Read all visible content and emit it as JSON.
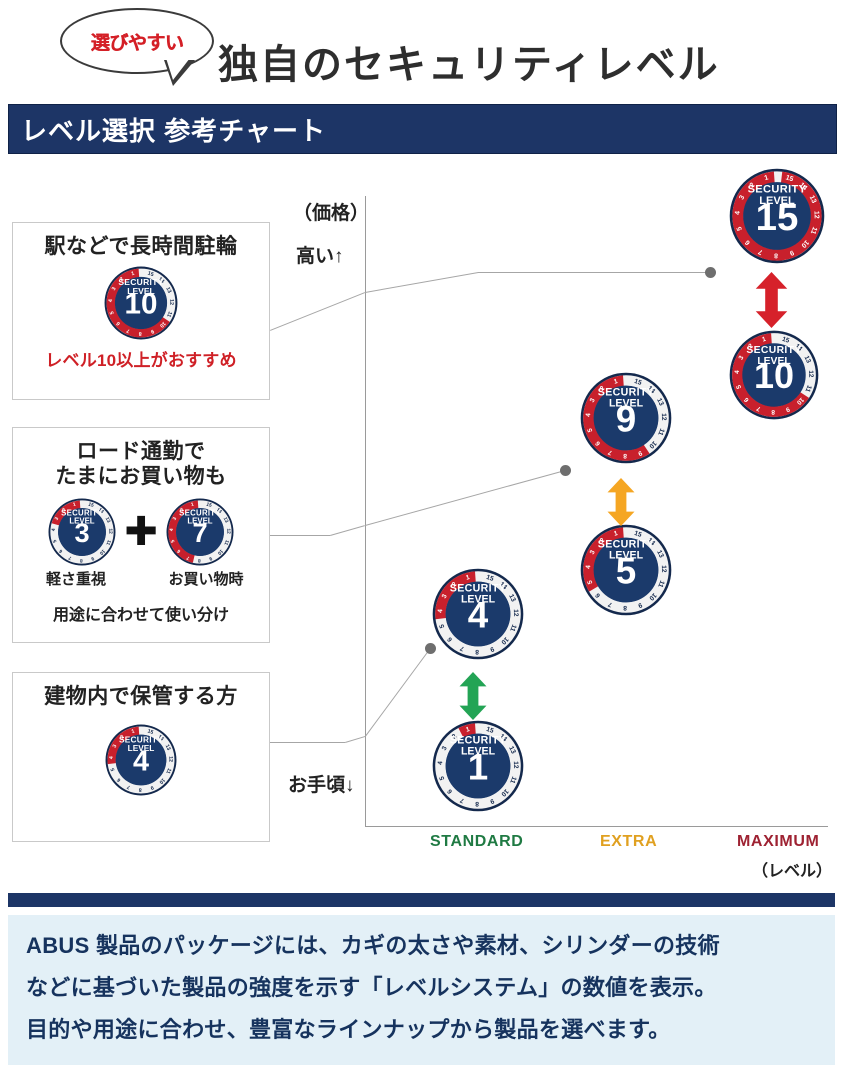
{
  "header": {
    "bubble_text": "選びやすい",
    "title": "独自のセキュリティレベル",
    "section_title": "レベル選択 参考チャート"
  },
  "colors": {
    "navy": "#1d3566",
    "red": "#cf2026",
    "badge_blue": "#1b3a6b",
    "standard_green": "#1f7a43",
    "extra_orange": "#e0a020",
    "maximum_dark_red": "#9e2232",
    "footer_bg": "#e3f0f7",
    "footer_text": "#16335e"
  },
  "boxes": [
    {
      "title": "駅などで長時間駐輪",
      "badges": [
        {
          "level": 10
        }
      ],
      "note_red": "レベル10以上がおすすめ",
      "note": "",
      "captions": []
    },
    {
      "title": "ロード通勤で\nたまにお買い物も",
      "badges": [
        {
          "level": 3
        },
        {
          "level": 7
        }
      ],
      "plus": "✚",
      "captions": [
        "軽さ重視",
        "お買い物時"
      ],
      "note": "用途に合わせて使い分け",
      "note_red": ""
    },
    {
      "title": "建物内で保管する方",
      "badges": [
        {
          "level": 4
        }
      ],
      "note": "",
      "note_red": "",
      "captions": []
    }
  ],
  "chart_data": {
    "type": "scatter",
    "title": "レベル選択 参考チャート",
    "xlabel": "（レベル）",
    "ylabel": "（価格）",
    "y_axis_high_label": "高い↑",
    "y_axis_low_label": "お手頃↓",
    "categories": [
      "STANDARD",
      "EXTRA",
      "MAXIMUM"
    ],
    "category_colors": [
      "#1f7a43",
      "#e0a020",
      "#9e2232"
    ],
    "series": [
      {
        "name": "STANDARD",
        "arrow_color": "#23a455",
        "points": [
          {
            "level": 4,
            "price_rank": "upper"
          },
          {
            "level": 1,
            "price_rank": "lower"
          }
        ]
      },
      {
        "name": "EXTRA",
        "arrow_color": "#f5a623",
        "points": [
          {
            "level": 9,
            "price_rank": "upper"
          },
          {
            "level": 5,
            "price_rank": "lower"
          }
        ]
      },
      {
        "name": "MAXIMUM",
        "arrow_color": "#d6212a",
        "points": [
          {
            "level": 15,
            "price_rank": "upper"
          },
          {
            "level": 10,
            "price_rank": "lower"
          }
        ]
      }
    ],
    "connectors": [
      {
        "from_box": 0,
        "to_point_level": 15
      },
      {
        "from_box": 1,
        "to_point_level": 9
      },
      {
        "from_box": 2,
        "to_point_level": 4
      }
    ]
  },
  "badge": {
    "top_text_1": "SECURITY",
    "top_text_2": "LEVEL",
    "ring_numbers": [
      "1",
      "2",
      "3",
      "4",
      "5",
      "6",
      "7",
      "8",
      "9",
      "10",
      "11",
      "12",
      "13",
      "14",
      "15"
    ]
  },
  "footer": {
    "lines": [
      "ABUS 製品のパッケージには、カギの太さや素材、シリンダーの技術",
      "などに基づいた製品の強度を示す「レベルシステム」の数値を表示。",
      "目的や用途に合わせ、豊富なラインナップから製品を選べます。"
    ]
  }
}
